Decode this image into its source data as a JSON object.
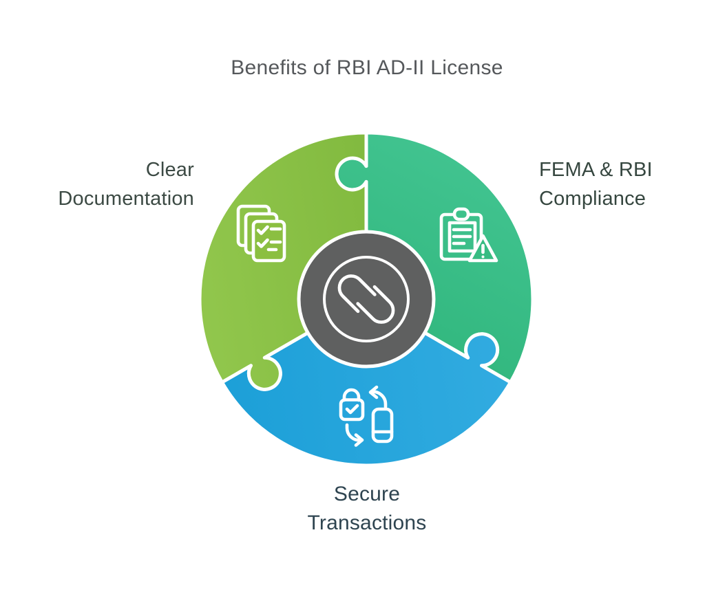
{
  "title": "Benefits of RBI AD-II License",
  "segments": [
    {
      "name": "clear-documentation",
      "label_line1": "Clear",
      "label_line2": "Documentation",
      "icon": "documents-checklist-icon",
      "color_start": "#93C84E",
      "color_end": "#7EB73C"
    },
    {
      "name": "fema-rbi-compliance",
      "label_line1": "FEMA & RBI",
      "label_line2": "Compliance",
      "icon": "clipboard-warning-icon",
      "color_start": "#43C592",
      "color_end": "#2FB57B"
    },
    {
      "name": "secure-transactions",
      "label_line1": "Secure",
      "label_line2": "Transactions",
      "icon": "lock-phone-sync-icon",
      "color_start": "#31ABE0",
      "color_end": "#1DA0D8"
    }
  ],
  "center": {
    "icon": "linked-loops-logo",
    "disc_color": "#5F6060",
    "ring_color": "#FFFFFF"
  },
  "colors": {
    "background": "#FFFFFF",
    "title_text": "#55585B",
    "left_label_text": "#3C4A44",
    "right_label_text": "#35463F",
    "bottom_label_text": "#2E4450",
    "icon_stroke": "#FFFFFF",
    "divider_stroke": "#FFFFFF"
  }
}
